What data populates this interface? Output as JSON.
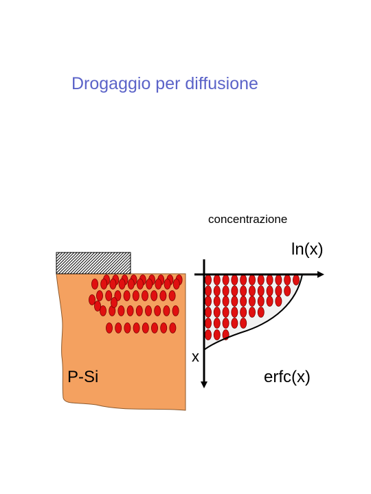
{
  "title": "Drogaggio per diffusione",
  "labels": {
    "concentration": "concentrazione",
    "log_axis": "ln(x)",
    "depth_axis": "x",
    "substrate": "P-Si",
    "profile": "erfc(x)"
  },
  "colors": {
    "title": "#5b63c8",
    "substrate": "#f4a160",
    "dopant": "#e01010",
    "profile_fill": "#f2f2f2"
  }
}
